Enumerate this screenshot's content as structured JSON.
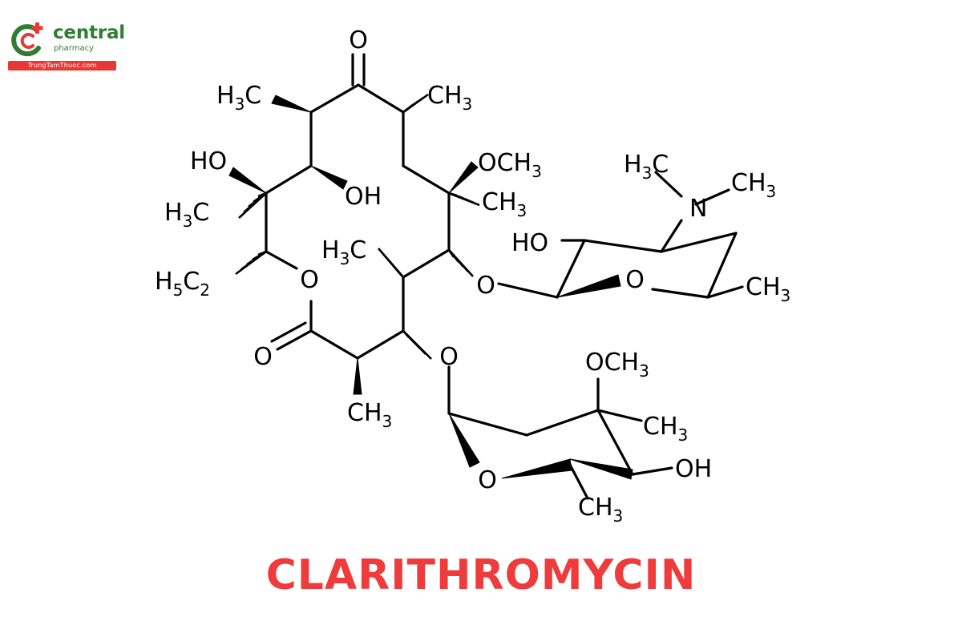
{
  "logo": {
    "name": "central",
    "sub": "pharmacy",
    "url": "TrungTamThuoc.com",
    "colors": {
      "green": "#2e7d32",
      "red": "#e53935"
    }
  },
  "compound_name": "CLARITHROMYCIN",
  "title_color": "#ef3b3b",
  "labels": {
    "carbonyl_o": "O",
    "ch3_top_right": "CH",
    "h3c_top_left": "H",
    "ho_left": "HO",
    "oh_center": "OH",
    "h3c_left": "H",
    "och3_top": "OCH",
    "ch3_mid": "CH",
    "h3c_inner": "H",
    "h5c2": "H",
    "ring_o": "O",
    "lactone_o": "O",
    "ch3_bottom": "CH",
    "glyco_o_upper": "O",
    "glyco_o_lower": "O",
    "n_amine": "N",
    "h3c_n": "H",
    "ch3_n": "CH",
    "ho_sugar": "HO",
    "sugar_o_upper": "O",
    "ch3_sugar_upper": "CH",
    "och3_sugar": "OCH",
    "ch3_sugar_mid": "CH",
    "oh_sugar": "OH",
    "sugar_o_lower": "O",
    "ch3_sugar_lower": "CH"
  }
}
